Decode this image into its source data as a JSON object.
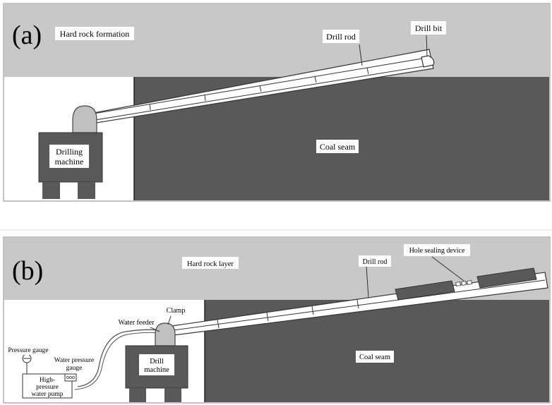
{
  "panel_a": {
    "tag": "(a)",
    "hard_rock_label": "Hard rock formation",
    "drill_rod_label": "Drill rod",
    "drill_bit_label": "Drill bit",
    "drilling_machine_label_line1": "Drilling",
    "drilling_machine_label_line2": "machine",
    "coal_seam_label": "Coal seam"
  },
  "panel_b": {
    "tag": "(b)",
    "hard_rock_label": "Hard rock layer",
    "drill_rod_label": "Drill rod",
    "hole_sealing_label": "Hole sealing device",
    "clamp_label": "Clamp",
    "water_feeder_label": "Water feeder",
    "pressure_gauge_label": "Pressure gauge",
    "water_pressure_gauge_line1": "Water pressure",
    "water_pressure_gauge_line2": "gauge",
    "pump_label_line1": "High-",
    "pump_label_line2": "pressure",
    "pump_label_line3": "water pump",
    "drill_machine_line1": "Drill",
    "drill_machine_line2": "machine",
    "coal_seam_label": "Coal seam"
  },
  "colors": {
    "rock": "#c8c8c8",
    "coal": "#595959",
    "machine": "#595959",
    "head": "#c0c0c0",
    "rod": "#ffffff",
    "outline": "#555555"
  }
}
